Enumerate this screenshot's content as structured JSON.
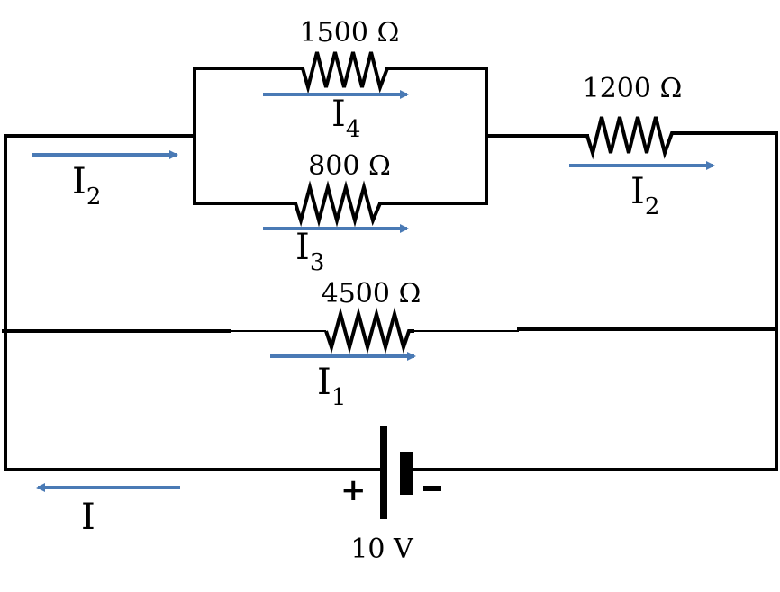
{
  "resistors": {
    "r1500": {
      "label": "1500 Ω"
    },
    "r800": {
      "label": "800 Ω"
    },
    "r1200": {
      "label": "1200 Ω"
    },
    "r4500": {
      "label": "4500 Ω"
    }
  },
  "currents": {
    "i2_left": {
      "main": "I",
      "sub": "2"
    },
    "i4": {
      "main": "I",
      "sub": "4"
    },
    "i3": {
      "main": "I",
      "sub": "3"
    },
    "i2_right": {
      "main": "I",
      "sub": "2"
    },
    "i1": {
      "main": "I",
      "sub": "1"
    },
    "i_total": {
      "main": "I",
      "sub": ""
    }
  },
  "battery": {
    "voltage": "10 V",
    "plus": "+",
    "minus": "-"
  },
  "colors": {
    "wire": "#000000",
    "arrow": "#4a7ab5"
  }
}
